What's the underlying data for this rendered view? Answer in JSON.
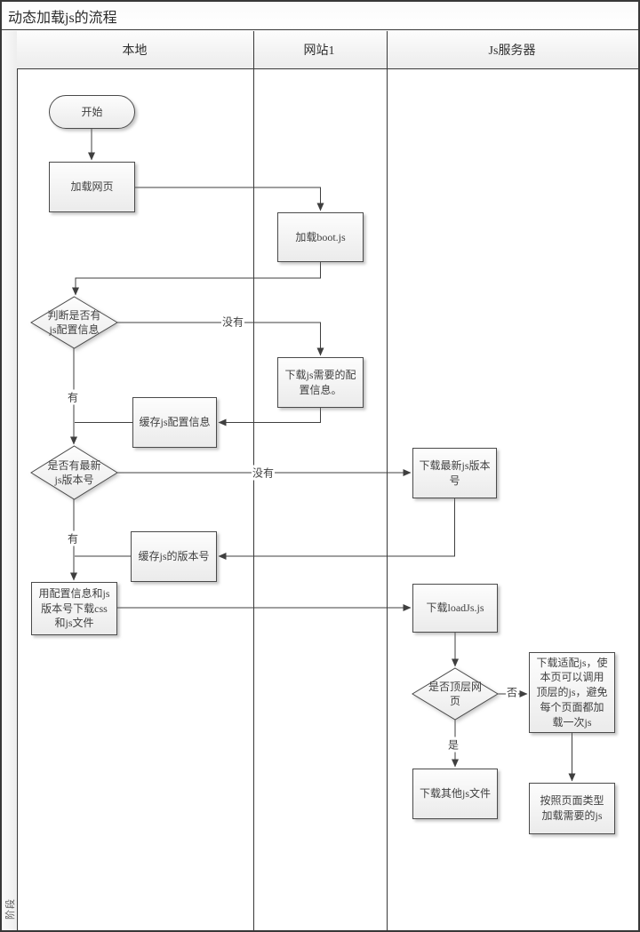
{
  "title": "动态加载js的流程",
  "phase": {
    "label": "阶段"
  },
  "lanes": [
    {
      "label": "本地"
    },
    {
      "label": "网站1"
    },
    {
      "label": "Js服务器"
    }
  ],
  "nodes": {
    "start": "开始",
    "load_page": "加载网页",
    "load_boot": "加载boot.js",
    "check_config": "判断是否有js配置信息",
    "dl_config": "下载js需要的配置信息。",
    "cache_config": "缓存js配置信息",
    "check_version": "是否有最新js版本号",
    "dl_version": "下载最新js版本号",
    "cache_version": "缓存js的版本号",
    "use_config": "用配置信息和js版本号下载css和js文件",
    "dl_loadjs": "下载loadJs.js",
    "check_toplevel": "是否顶层网页",
    "dl_adapter": "下载适配js，使本页可以调用顶层的js，避免每个页面都加载一次js",
    "dl_other": "下载其他js文件",
    "load_by_type": "按照页面类型加载需要的js"
  },
  "edge_labels": {
    "config_no": "没有",
    "config_yes": "有",
    "version_no": "没有",
    "version_yes": "有",
    "toplevel_no": "否",
    "toplevel_yes": "是"
  },
  "colors": {
    "frame_border": "#383838",
    "shape_border": "#4a4a4a",
    "connector": "#3f3f3f",
    "text": "#3f3f3f"
  }
}
